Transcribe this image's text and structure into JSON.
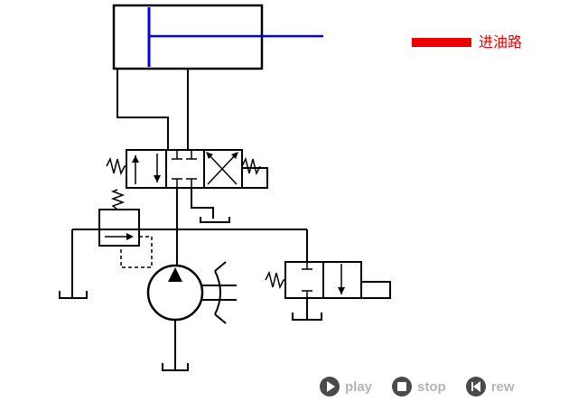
{
  "legend": {
    "label": "进油路",
    "color": "#ee0000"
  },
  "piston_rod_color": "#0000ee",
  "line_color": "#000000",
  "controls": [
    {
      "name": "play",
      "label": "play",
      "icon": "play-icon"
    },
    {
      "name": "stop",
      "label": "stop",
      "icon": "stop-icon"
    },
    {
      "name": "rew",
      "label": "rew",
      "icon": "rewind-icon"
    }
  ]
}
